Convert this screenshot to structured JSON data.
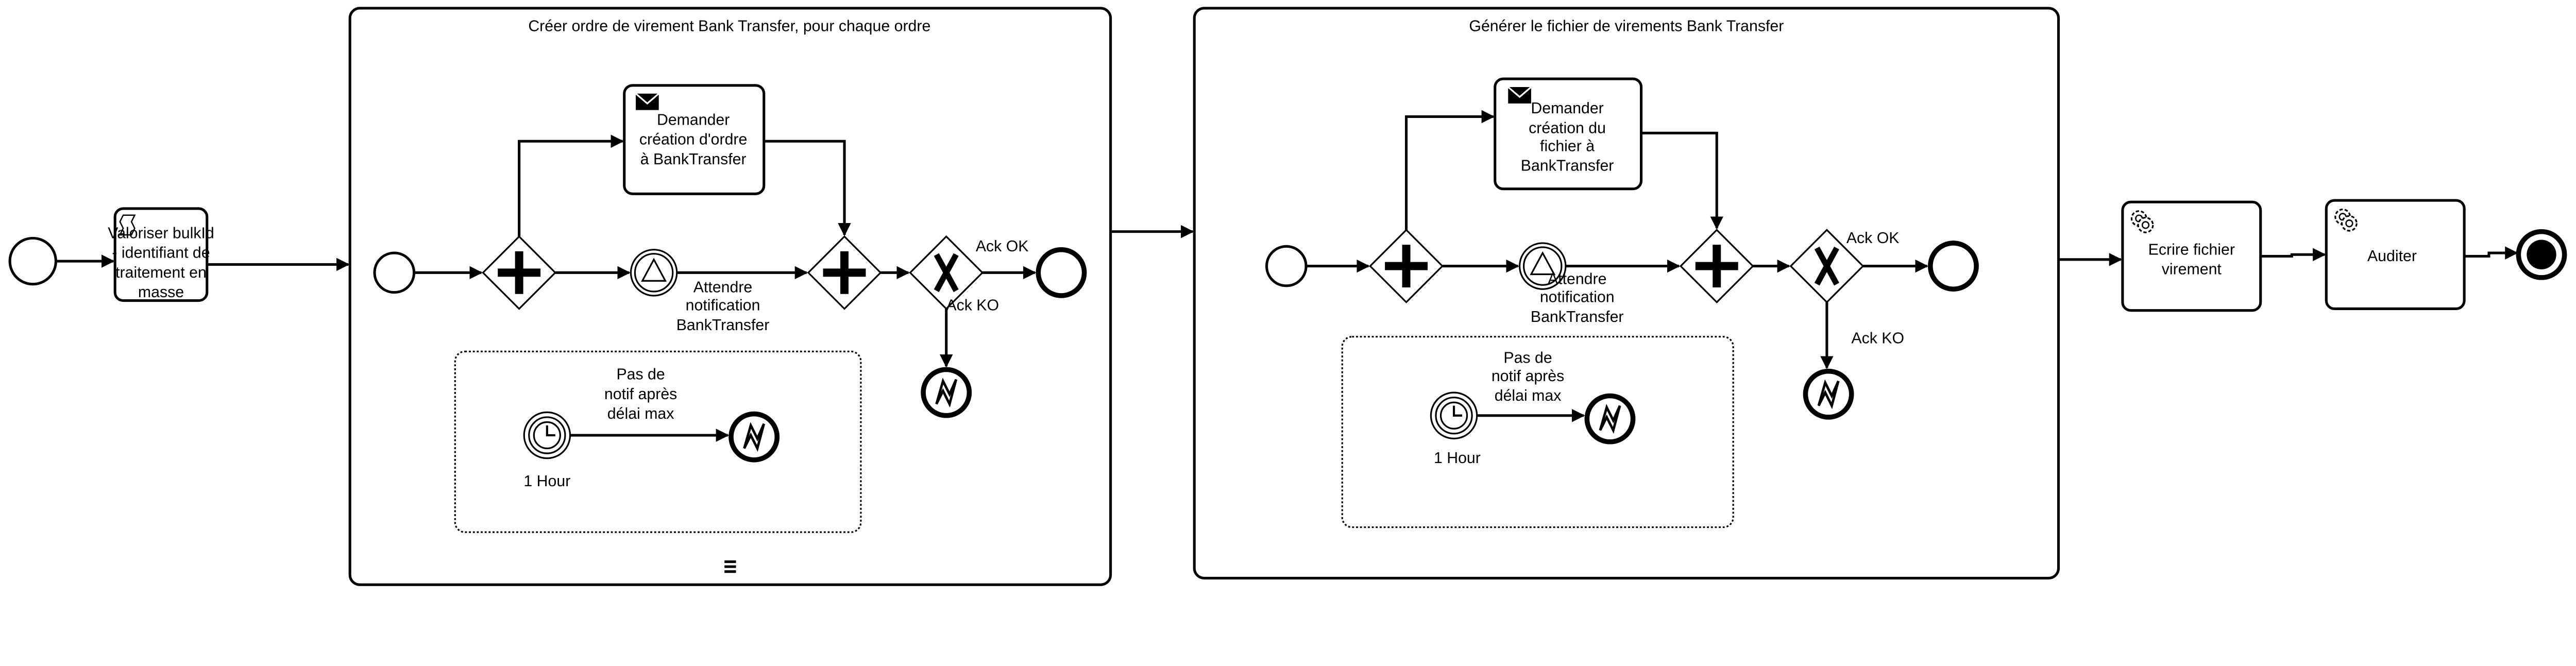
{
  "main": {
    "task_bulkid": [
      "Valoriser bulkId",
      "- identifiant de",
      "traitement en",
      "masse"
    ],
    "subprocess1": {
      "title": "Créer ordre de virement Bank Transfer, pour chaque ordre",
      "task": [
        "Demander",
        "création d'ordre",
        "à BankTransfer"
      ],
      "wait": [
        "Attendre",
        "notification",
        "BankTransfer"
      ],
      "ack_ok": "Ack OK",
      "ack_ko": "Ack KO",
      "event_sub": [
        "Pas de",
        "notif après",
        "délai max"
      ],
      "timer": "1 Hour",
      "marker": "multi-instance-sequential-icon"
    },
    "subprocess2": {
      "title": "Générer le fichier de virements Bank Transfer",
      "task": [
        "Demander",
        "création du",
        "fichier à",
        "BankTransfer"
      ],
      "wait": [
        "Attendre",
        "notification",
        "BankTransfer"
      ],
      "ack_ok": "Ack OK",
      "ack_ko": "Ack KO",
      "event_sub": [
        "Pas de",
        "notif après",
        "délai max"
      ],
      "timer": "1 Hour"
    },
    "task_write": [
      "Ecrire fichier",
      "virement"
    ],
    "task_audit": "Auditer"
  }
}
